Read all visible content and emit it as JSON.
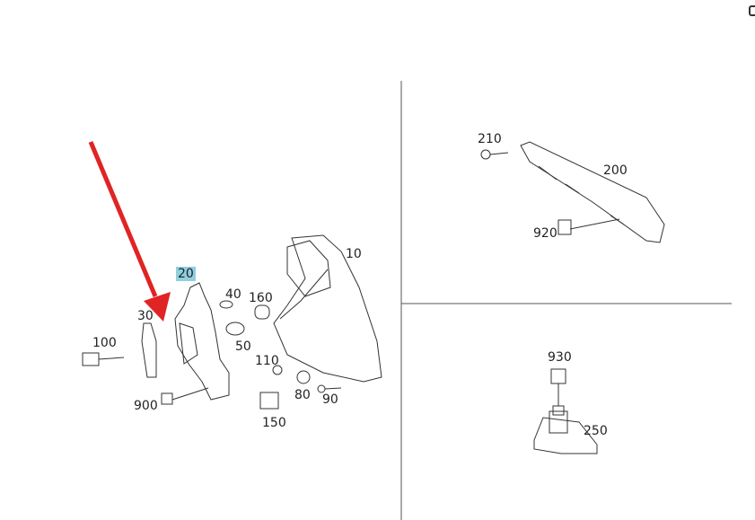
{
  "colors": {
    "arrow": "#e02424",
    "highlight": "#8fcfe0",
    "line": "#333333"
  },
  "highlighted_part": "20",
  "diagram_left": {
    "labels": [
      "10",
      "20",
      "30",
      "40",
      "50",
      "80",
      "90",
      "100",
      "110",
      "150",
      "160",
      "900"
    ]
  },
  "diagram_top_right": {
    "labels": [
      "200",
      "210",
      "920"
    ]
  },
  "diagram_bottom_right": {
    "labels": [
      "250",
      "930"
    ]
  }
}
